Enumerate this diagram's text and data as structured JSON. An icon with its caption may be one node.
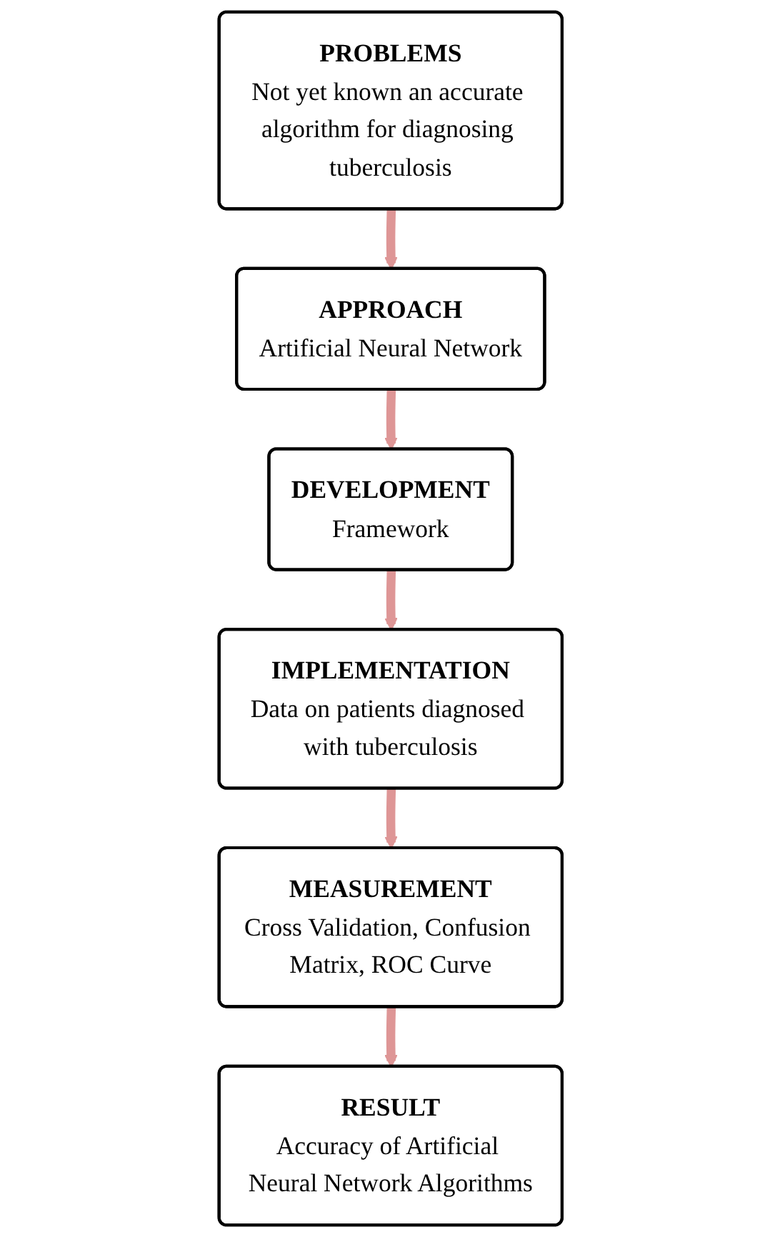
{
  "diagram": {
    "nodes": [
      {
        "text": [
          "PROBLEMS",
          "Not yet known an accurate algorithm for diagnosing tuberculosis"
        ]
      },
      {
        "text": [
          "APPROACH",
          "Artificial Neural Network"
        ]
      },
      {
        "text": [
          "DEVELOPMENT",
          "Framework"
        ]
      },
      {
        "text": [
          "IMPLEMENTATION",
          "Data on patients diagnosed with tuberculosis"
        ]
      },
      {
        "text": [
          "MEASUREMENT",
          "Cross Validation, Confusion Matrix, ROC Curve"
        ]
      },
      {
        "text": [
          "RESULT",
          "Accuracy of Artificial Neural Network Algorithms"
        ]
      }
    ],
    "edges": [
      {
        "from": 0,
        "to": 1,
        "arrow": "to"
      },
      {
        "from": 1,
        "to": 2,
        "arrow": "to"
      },
      {
        "from": 2,
        "to": 3,
        "arrow": "to"
      },
      {
        "from": 3,
        "to": 4,
        "arrow": "to"
      },
      {
        "from": 4,
        "to": 5,
        "arrow": "to"
      }
    ]
  }
}
